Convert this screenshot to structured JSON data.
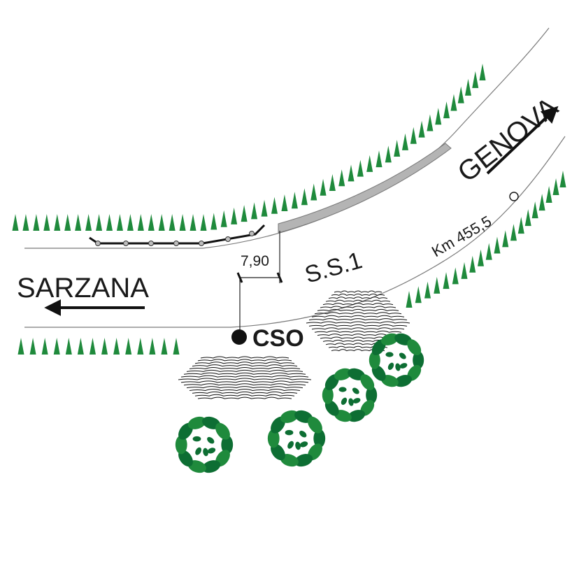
{
  "labels": {
    "left_destination": "SARZANA",
    "right_destination": "GENOVA",
    "road_name": "S.S.1",
    "kilometer": "Km 455,5",
    "station": "CSO",
    "distance": "7,90"
  },
  "colors": {
    "vegetation": "#1f8a3c",
    "tree_dark": "#0d6e33",
    "guardrail_fill": "#b4b4b4",
    "road_edge": "#7a7a7a",
    "ink": "#111111"
  },
  "icons": {
    "station_marker": "filled-circle",
    "km_marker": "hollow-circle",
    "arrows": "filled-arrowhead"
  }
}
